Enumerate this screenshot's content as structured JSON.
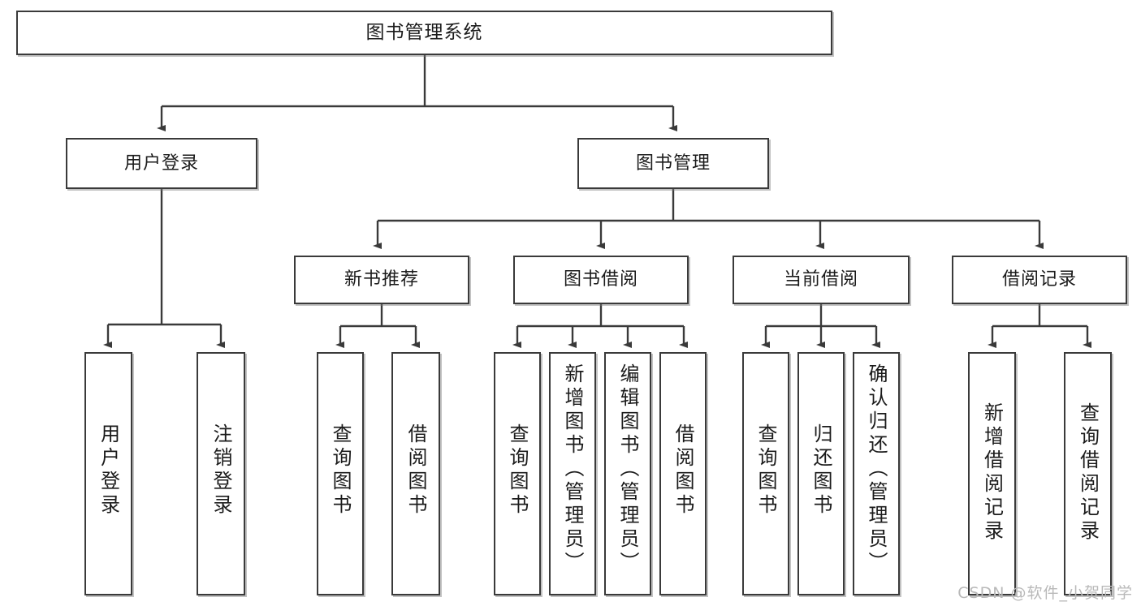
{
  "diagram": {
    "type": "tree-hierarchy",
    "title": "图书管理系统",
    "root": {
      "id": "root",
      "label": "图书管理系统"
    },
    "level2": [
      {
        "id": "user-login",
        "label": "用户登录"
      },
      {
        "id": "book-manage",
        "label": "图书管理"
      }
    ],
    "level3": [
      {
        "id": "new-book-rec",
        "label": "新书推荐",
        "parent": "book-manage"
      },
      {
        "id": "book-borrow",
        "label": "图书借阅",
        "parent": "book-manage"
      },
      {
        "id": "current-borrow",
        "label": "当前借阅",
        "parent": "book-manage"
      },
      {
        "id": "borrow-record",
        "label": "借阅记录",
        "parent": "book-manage"
      }
    ],
    "leaves": [
      {
        "id": "leaf-user-login",
        "label": "用户登录",
        "parent": "user-login"
      },
      {
        "id": "leaf-user-logout",
        "label": "注销登录",
        "parent": "user-login"
      },
      {
        "id": "leaf-query-book-1",
        "label": "查询图书",
        "parent": "new-book-rec"
      },
      {
        "id": "leaf-borrow-book-1",
        "label": "借阅图书",
        "parent": "new-book-rec"
      },
      {
        "id": "leaf-query-book-2",
        "label": "查询图书",
        "parent": "book-borrow"
      },
      {
        "id": "leaf-add-book",
        "label": "新增图书（管理员）",
        "parent": "book-borrow"
      },
      {
        "id": "leaf-edit-book",
        "label": "编辑图书（管理员）",
        "parent": "book-borrow"
      },
      {
        "id": "leaf-borrow-book-2",
        "label": "借阅图书",
        "parent": "book-borrow"
      },
      {
        "id": "leaf-query-book-3",
        "label": "查询图书",
        "parent": "current-borrow"
      },
      {
        "id": "leaf-return-book",
        "label": "归还图书",
        "parent": "current-borrow"
      },
      {
        "id": "leaf-confirm-return",
        "label": "确认归还（管理员）",
        "parent": "current-borrow"
      },
      {
        "id": "leaf-add-record",
        "label": "新增借阅记录",
        "parent": "borrow-record"
      },
      {
        "id": "leaf-query-record",
        "label": "查询借阅记录",
        "parent": "borrow-record"
      }
    ]
  },
  "watermark": {
    "text": "CSDN @软件_小贺同学"
  },
  "colors": {
    "border": "#3a3a3a",
    "text": "#1b1b1b",
    "background": "#ffffff",
    "watermark": "#b9b9b9"
  }
}
